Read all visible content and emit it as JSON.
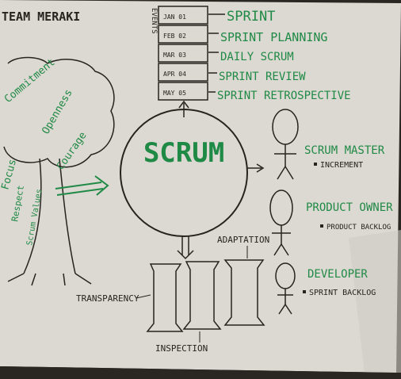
{
  "title": "TEAM MERAKI",
  "events_label": "EVENTS",
  "events": [
    {
      "date": "JAN 01",
      "label": "SPRINT"
    },
    {
      "date": "FEB 02",
      "label": "SPRINT PLANNING"
    },
    {
      "date": "MAR 03",
      "label": "DAILY SCRUM"
    },
    {
      "date": "APR 04",
      "label": "SPRINT REVIEW"
    },
    {
      "date": "MAY 05",
      "label": "SPRINT RETROSPECTIVE"
    }
  ],
  "center": "SCRUM",
  "values": [
    "Commitment",
    "Openness",
    "Focus",
    "Courage",
    "Respect"
  ],
  "values_caption": "Scrum Values",
  "roles": [
    {
      "name": "SCRUM MASTER",
      "artifact": "INCREMENT"
    },
    {
      "name": "PRODUCT OWNER",
      "artifact": "PRODUCT BACKLOG"
    },
    {
      "name": "DEVELOPER",
      "artifact": "SPRINT BACKLOG"
    }
  ],
  "pillars": {
    "left": "TRANSPARENCY",
    "right": "ADAPTATION",
    "bottom": "INSPECTION"
  },
  "colors": {
    "paper": "#dcd8d2",
    "ink": "#26241f",
    "green": "#1f8a45",
    "desk": "#2a2622"
  }
}
